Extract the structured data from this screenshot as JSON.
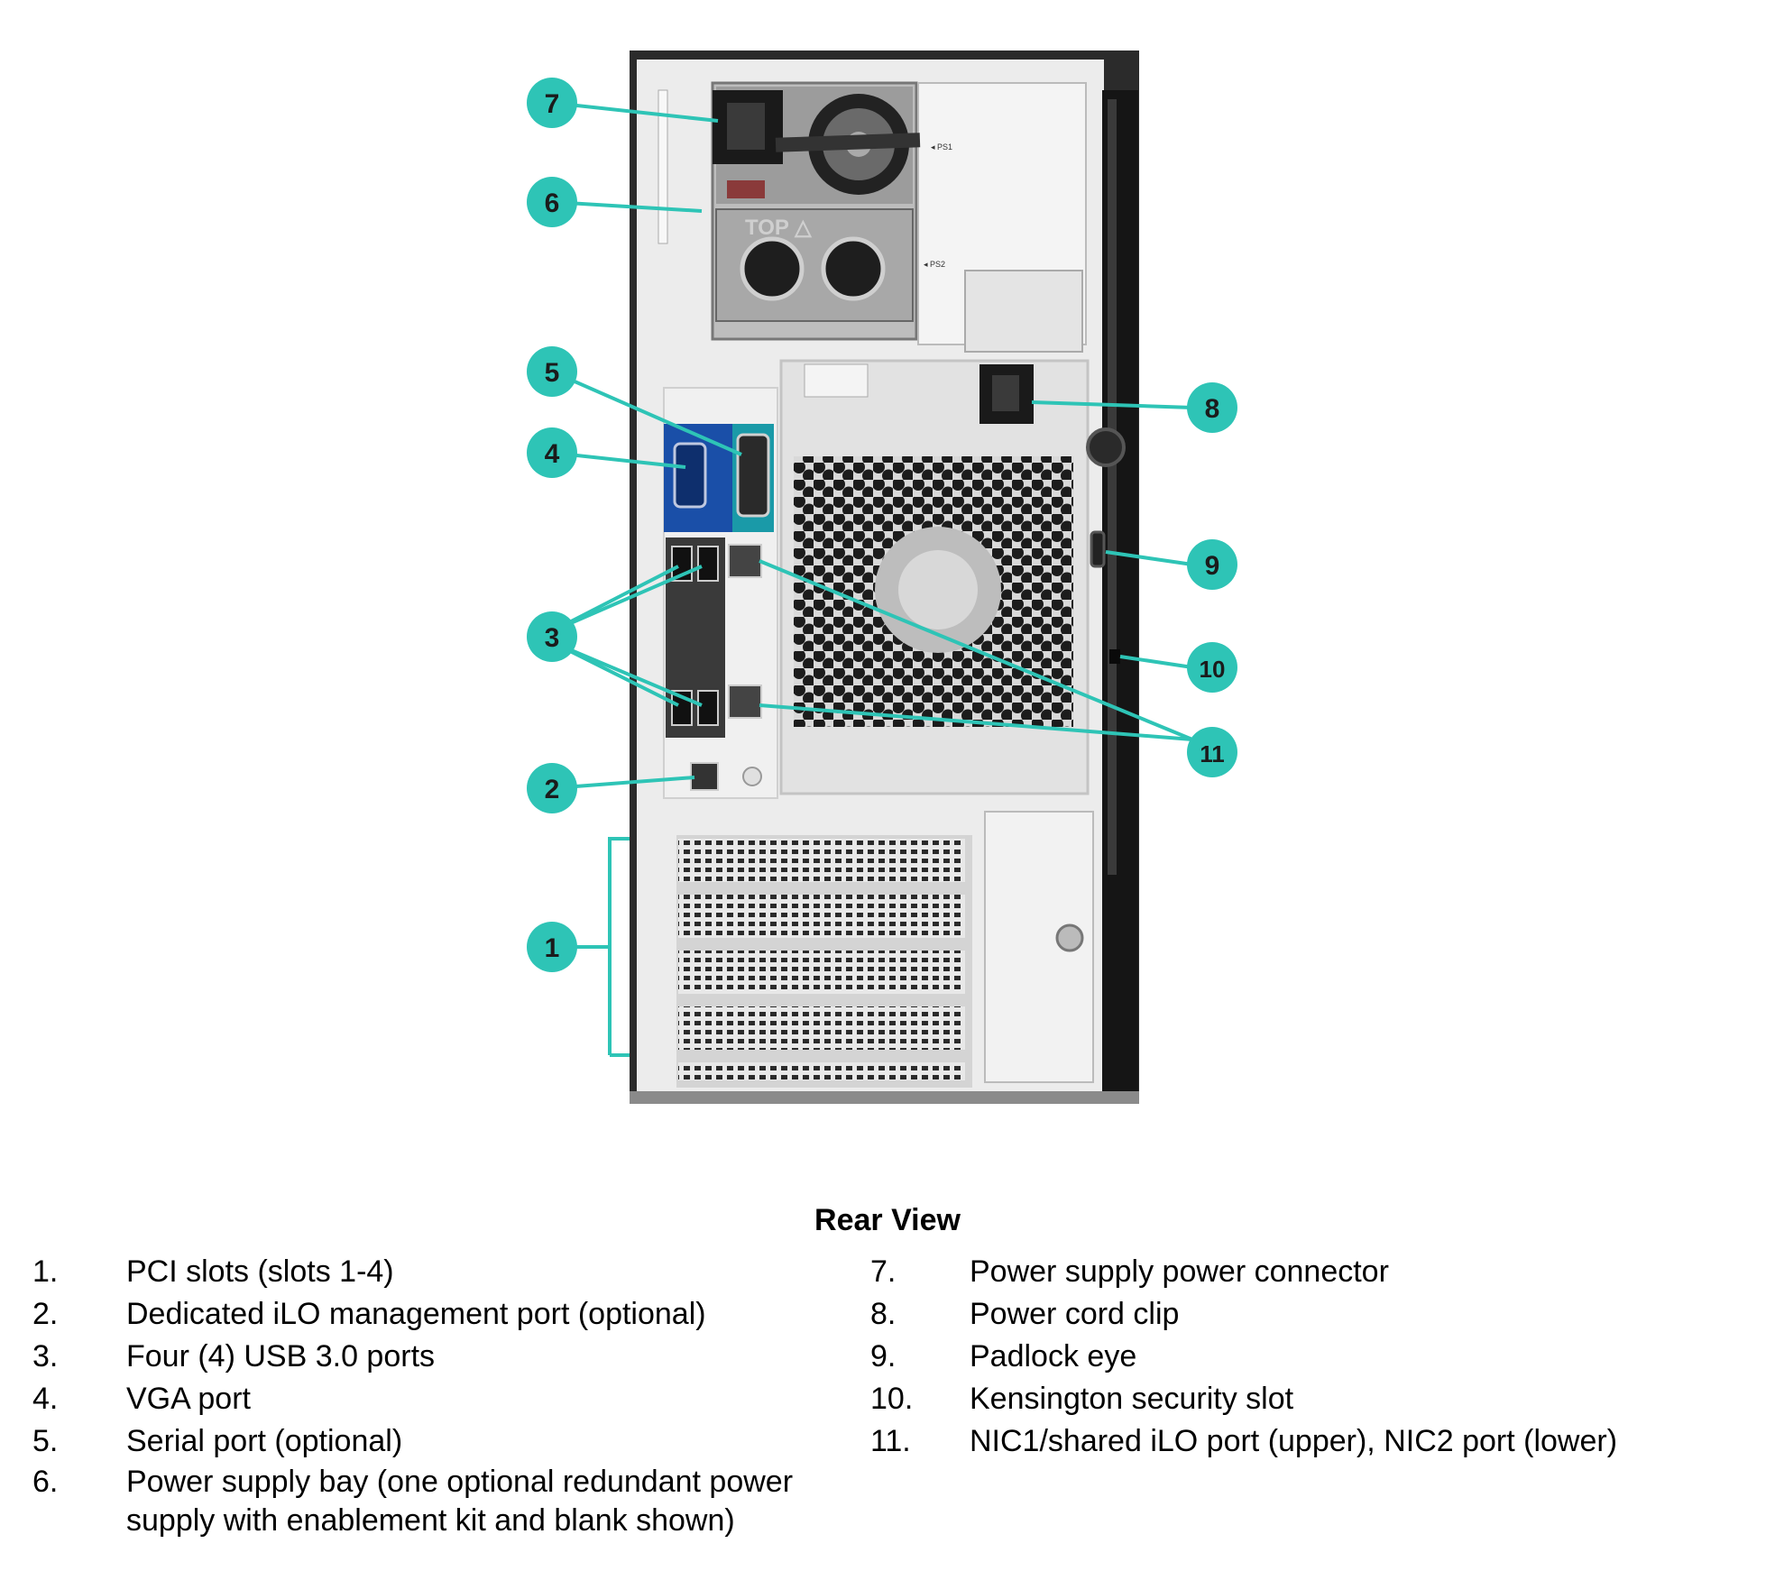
{
  "caption": "Rear View",
  "callouts": [
    {
      "id": "1",
      "label": "1"
    },
    {
      "id": "2",
      "label": "2"
    },
    {
      "id": "3",
      "label": "3"
    },
    {
      "id": "4",
      "label": "4"
    },
    {
      "id": "5",
      "label": "5"
    },
    {
      "id": "6",
      "label": "6"
    },
    {
      "id": "7",
      "label": "7"
    },
    {
      "id": "8",
      "label": "8"
    },
    {
      "id": "9",
      "label": "9"
    },
    {
      "id": "10",
      "label": "10"
    },
    {
      "id": "11",
      "label": "11"
    }
  ],
  "psu_labels": {
    "ps1": "◂ PS1",
    "ps2": "◂ PS2",
    "top": "TOP △"
  },
  "legend_left": [
    {
      "num": "1.",
      "text": "PCI slots (slots 1-4)"
    },
    {
      "num": "2.",
      "text": "Dedicated iLO management port (optional)"
    },
    {
      "num": "3.",
      "text": "Four (4) USB 3.0 ports"
    },
    {
      "num": "4.",
      "text": "VGA port"
    },
    {
      "num": "5.",
      "text": "Serial port (optional)"
    },
    {
      "num": "6.",
      "text": "Power supply bay (one optional redundant power supply with enablement kit and blank shown)"
    }
  ],
  "legend_right": [
    {
      "num": "7.",
      "text": "Power supply power connector"
    },
    {
      "num": "8.",
      "text": "Power cord clip"
    },
    {
      "num": "9.",
      "text": "Padlock eye"
    },
    {
      "num": "10.",
      "text": "Kensington security slot"
    },
    {
      "num": "11.",
      "text": "NIC1/shared iLO port (upper), NIC2 port (lower)"
    }
  ],
  "colors": {
    "callout": "#2ec4b6",
    "chassis": "#ebebeb",
    "frame": "#2b2b2b"
  }
}
